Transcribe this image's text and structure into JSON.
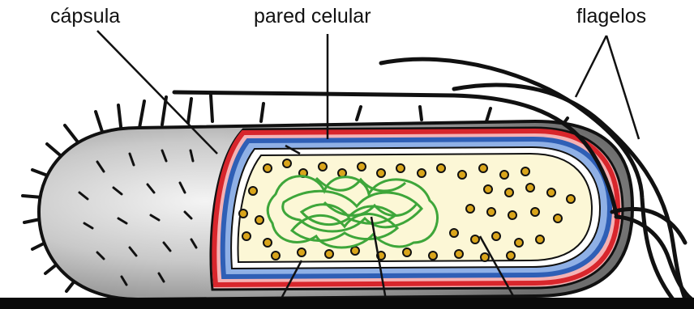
{
  "labels": {
    "capsula": "cápsula",
    "pared_celular": "pared celular",
    "flagelos": "flagelos"
  },
  "colors": {
    "capsule_gray": "#9a9a9a",
    "outer_membrane_red": "#d8262c",
    "inner_membrane_blue": "#2f5fb6",
    "cytoplasm": "#fcf7d6",
    "ribosome": "#d9a51b",
    "nucleoid_green": "#3ea63a"
  },
  "icons": [
    "bacterium-cell-illustration",
    "flagellum",
    "pilus",
    "ribosome",
    "nucleoid-dna"
  ]
}
